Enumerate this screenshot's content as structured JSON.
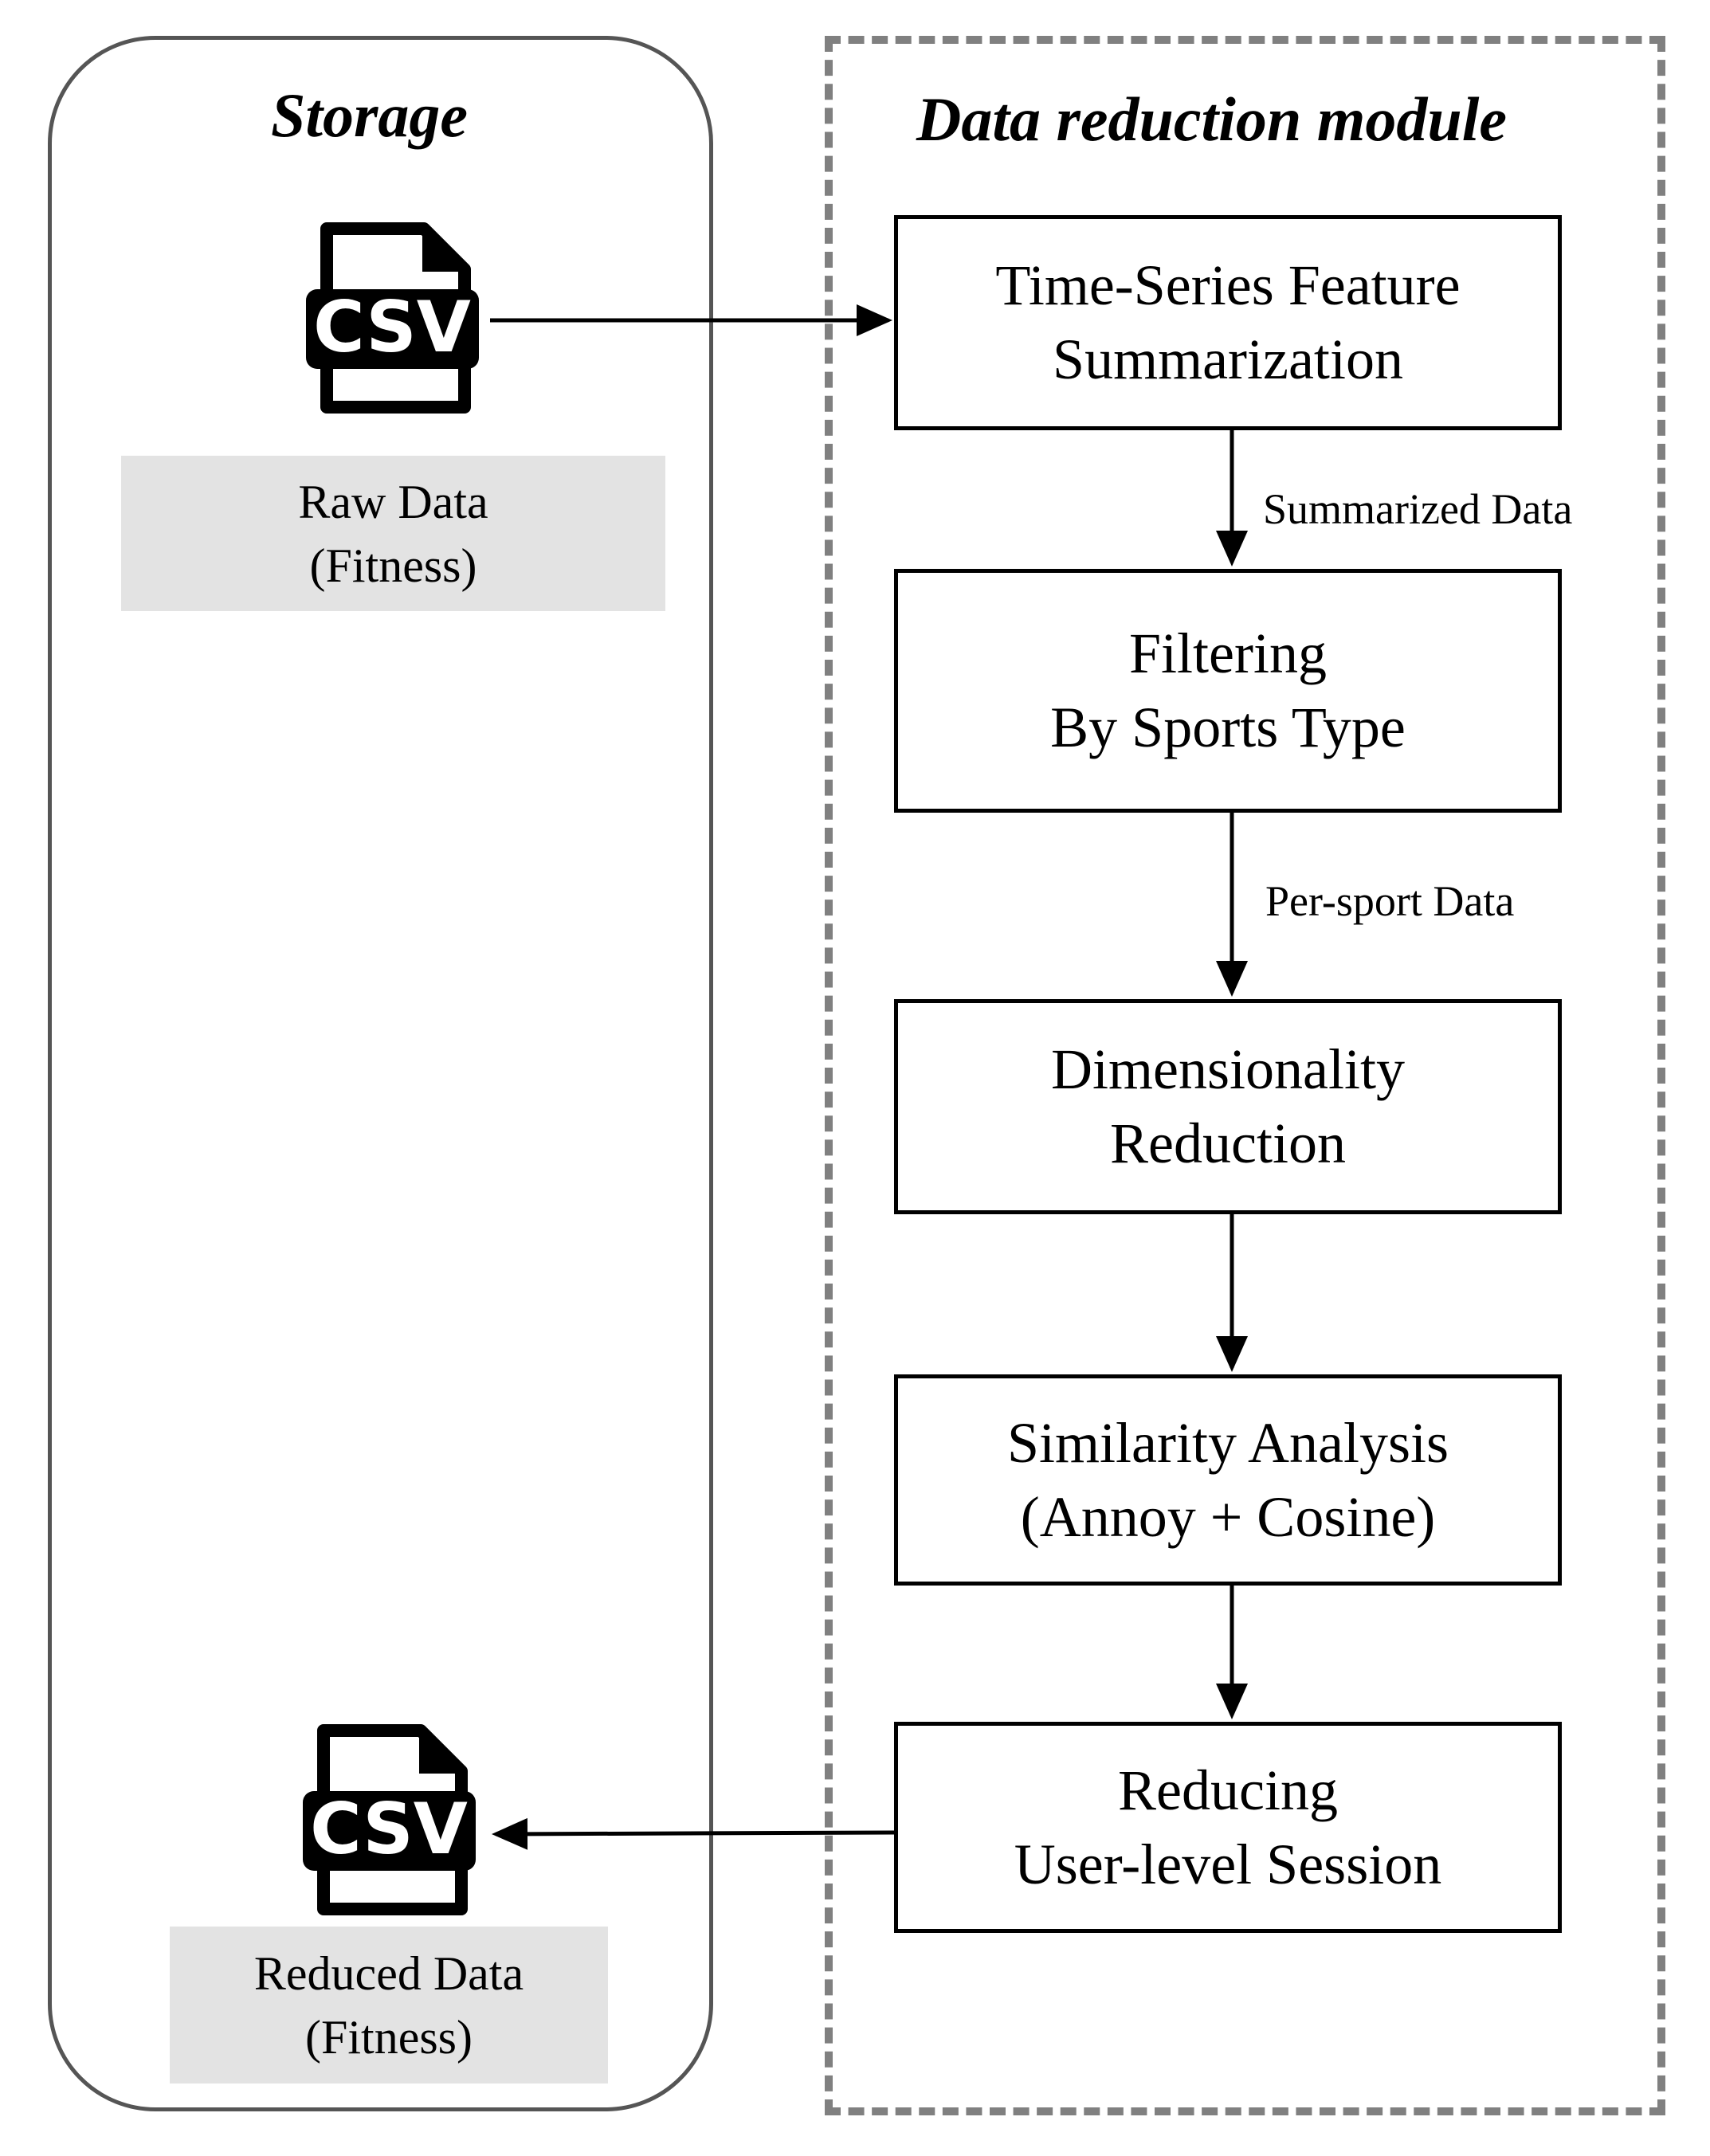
{
  "storage": {
    "title": "Storage",
    "raw_data": {
      "icon": "csv-file-icon",
      "line1": "Raw Data",
      "line2": "(Fitness)"
    },
    "reduced_data": {
      "icon": "csv-file-icon",
      "line1": "Reduced Data",
      "line2": "(Fitness)"
    },
    "csv_text": "CSV"
  },
  "module": {
    "title": "Data reduction module",
    "steps": [
      {
        "line1": "Time-Series Feature",
        "line2": "Summarization"
      },
      {
        "line1": "Filtering",
        "line2": "By Sports Type"
      },
      {
        "line1": "Dimensionality",
        "line2": "Reduction"
      },
      {
        "line1": "Similarity Analysis",
        "line2": "(Annoy + Cosine)"
      },
      {
        "line1": "Reducing",
        "line2": "User-level Session"
      }
    ],
    "edges": [
      {
        "label": "Summarized Data"
      },
      {
        "label": "Per-sport Data"
      }
    ]
  },
  "colors": {
    "panel_border": "#555555",
    "dashed_border": "#808080",
    "label_fill": "#e3e3e3",
    "ink": "#000000"
  }
}
